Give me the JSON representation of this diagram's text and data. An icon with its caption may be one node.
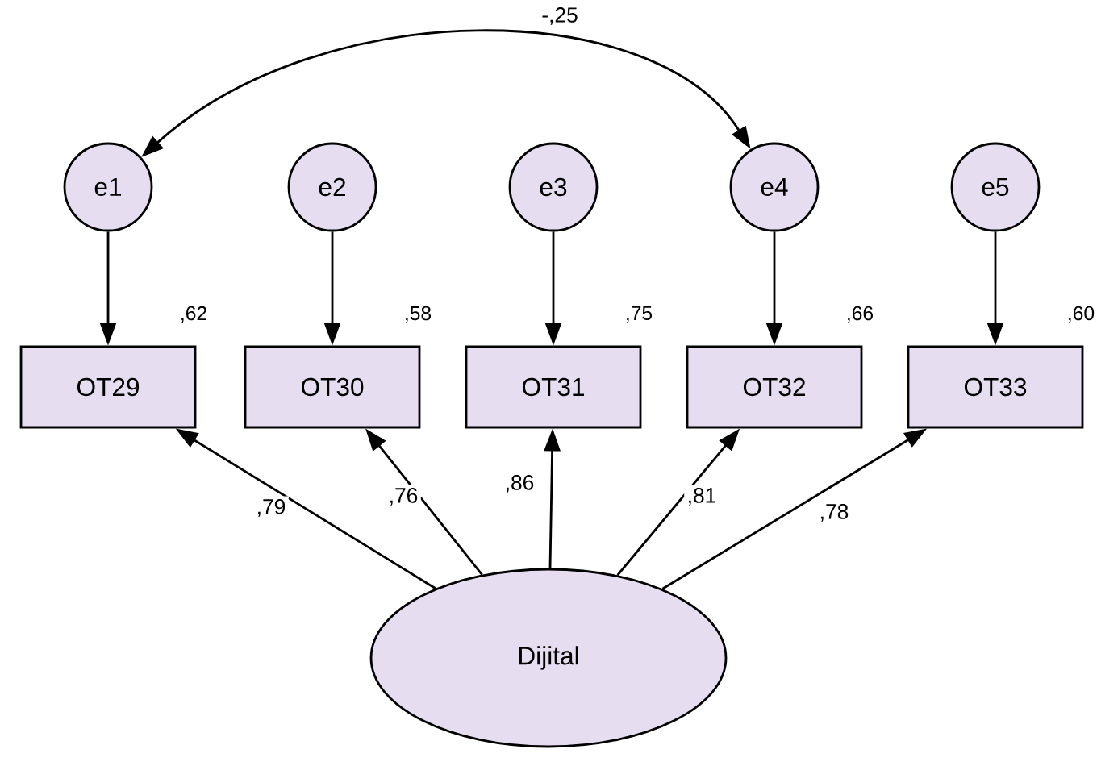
{
  "diagram": {
    "nodes": [
      {
        "text": [
          "e1"
        ]
      },
      {
        "text": [
          "e2"
        ]
      },
      {
        "text": [
          "e3"
        ]
      },
      {
        "text": [
          "e4"
        ]
      },
      {
        "text": [
          "e5"
        ]
      },
      {
        "text": [
          "OT29"
        ],
        "beside": [
          ",62"
        ]
      },
      {
        "text": [
          "OT30"
        ],
        "beside": [
          ",58"
        ]
      },
      {
        "text": [
          "OT31"
        ],
        "beside": [
          ",75"
        ]
      },
      {
        "text": [
          "OT32"
        ],
        "beside": [
          ",66"
        ]
      },
      {
        "text": [
          "OT33"
        ],
        "beside": [
          ",60"
        ]
      },
      {
        "text": [
          "Dijital"
        ]
      }
    ],
    "edges": [
      {
        "from": 0,
        "to": 5,
        "arrow": "to"
      },
      {
        "from": 1,
        "to": 6,
        "arrow": "to"
      },
      {
        "from": 2,
        "to": 7,
        "arrow": "to"
      },
      {
        "from": 3,
        "to": 8,
        "arrow": "to"
      },
      {
        "from": 4,
        "to": 9,
        "arrow": "to"
      },
      {
        "from": 10,
        "to": 5,
        "arrow": "to",
        "label": ",79"
      },
      {
        "from": 10,
        "to": 6,
        "arrow": "to",
        "label": ",76"
      },
      {
        "from": 10,
        "to": 7,
        "arrow": "to",
        "label": ",86"
      },
      {
        "from": 10,
        "to": 8,
        "arrow": "to",
        "label": ",81"
      },
      {
        "from": 10,
        "to": 9,
        "arrow": "to",
        "label": ",78"
      },
      {
        "from": 0,
        "to": 3,
        "arrow": "both",
        "label": "-,25"
      }
    ]
  }
}
